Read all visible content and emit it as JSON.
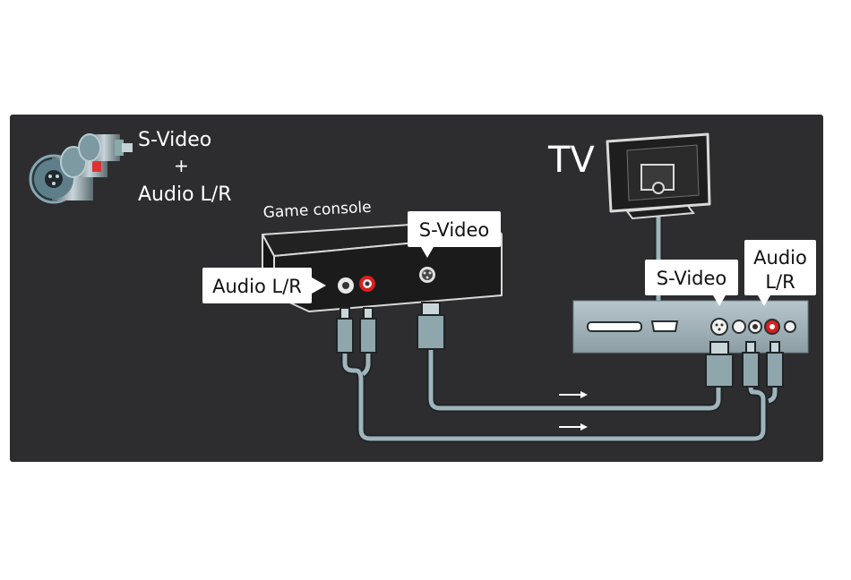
{
  "connector_title": {
    "line1": "S-Video",
    "line2": "+",
    "line3": "Audio L/R"
  },
  "device": {
    "name": "Game console",
    "svideo_label": "S-Video",
    "audio_label": "Audio L/R"
  },
  "tv": {
    "name": "TV",
    "svideo_label": "S-Video",
    "audio_label_line1": "Audio",
    "audio_label_line2": "L/R"
  },
  "colors": {
    "panel_bg": "#2d2d2f",
    "cable": "#9fb4bb",
    "cable_dark": "#1f2426",
    "label_bg": "#ffffff",
    "label_text": "#111111",
    "console_body": "#1b1b1b",
    "tv_panel": "#a9b9c0",
    "audio_red": "#d81f1f"
  }
}
